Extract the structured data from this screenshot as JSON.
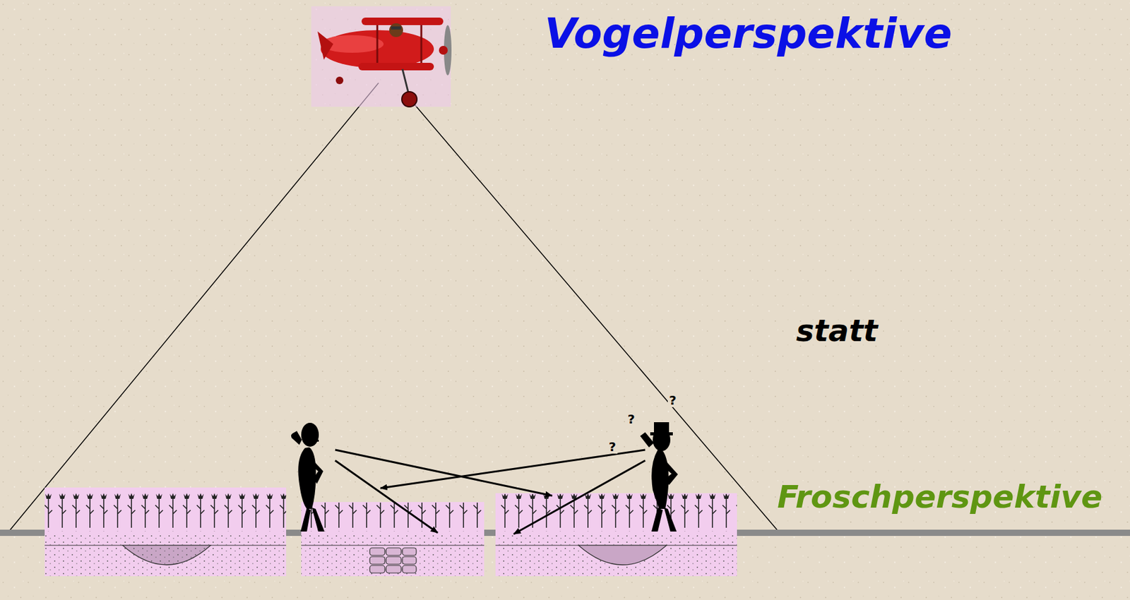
{
  "diagram": {
    "labels": [
      "Vogelperspektive",
      "statt",
      "Froschperspektive",
      "?",
      "?",
      "?"
    ]
  }
}
